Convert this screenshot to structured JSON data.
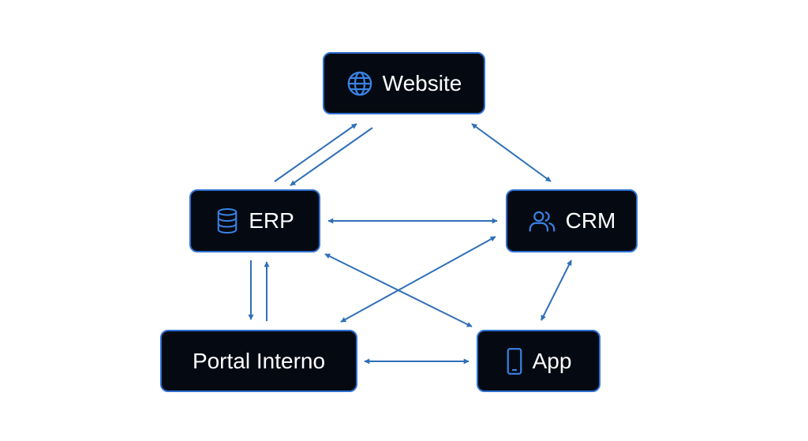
{
  "colors": {
    "node_fill": "#050a12",
    "node_border": "#2f6fd0",
    "node_text": "#ffffff",
    "icon": "#3b82e6",
    "edge": "#2f6fb8",
    "background": "#ffffff"
  },
  "nodes": {
    "website": {
      "label": "Website",
      "icon": "globe-icon"
    },
    "erp": {
      "label": "ERP",
      "icon": "database-icon"
    },
    "crm": {
      "label": "CRM",
      "icon": "users-icon"
    },
    "portal": {
      "label": "Portal Interno"
    },
    "app": {
      "label": "App",
      "icon": "smartphone-icon"
    }
  },
  "edges": [
    {
      "from": "erp",
      "to": "website",
      "direction": "to"
    },
    {
      "from": "website",
      "to": "erp",
      "direction": "to"
    },
    {
      "from": "website",
      "to": "crm",
      "direction": "both"
    },
    {
      "from": "erp",
      "to": "crm",
      "direction": "both"
    },
    {
      "from": "erp",
      "to": "portal",
      "direction": "to"
    },
    {
      "from": "portal",
      "to": "erp",
      "direction": "to"
    },
    {
      "from": "erp",
      "to": "app",
      "direction": "both"
    },
    {
      "from": "crm",
      "to": "portal",
      "direction": "both"
    },
    {
      "from": "crm",
      "to": "app",
      "direction": "both"
    },
    {
      "from": "portal",
      "to": "app",
      "direction": "both"
    }
  ]
}
